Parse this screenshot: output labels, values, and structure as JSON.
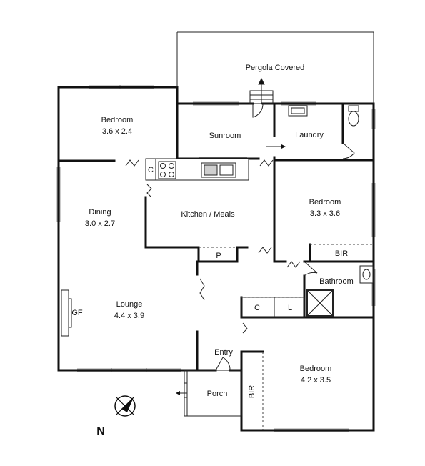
{
  "rooms": {
    "pergola": "Pergola Covered",
    "bedroom_nw": {
      "name": "Bedroom",
      "size": "3.6 x 2.4"
    },
    "sunroom": "Sunroom",
    "laundry": "Laundry",
    "dining": {
      "name": "Dining",
      "size": "3.0 x 2.7"
    },
    "kitchen": "Kitchen / Meals",
    "bedroom_e": {
      "name": "Bedroom",
      "size": "3.3 x 3.6"
    },
    "lounge": {
      "name": "Lounge",
      "size": "4.4 x 3.9"
    },
    "bathroom": "Bathroom",
    "entry": "Entry",
    "porch": "Porch",
    "bedroom_se": {
      "name": "Bedroom",
      "size": "4.2 x 3.5"
    }
  },
  "fixtures": {
    "cupboard_kitchen": "C",
    "pantry": "P",
    "bir_east": "BIR",
    "cupboard_hall": "C",
    "linen": "L",
    "gas_fire": "GF",
    "bir_se": "BIR"
  },
  "compass": {
    "label": "N",
    "icon": "north-compass-icon"
  }
}
